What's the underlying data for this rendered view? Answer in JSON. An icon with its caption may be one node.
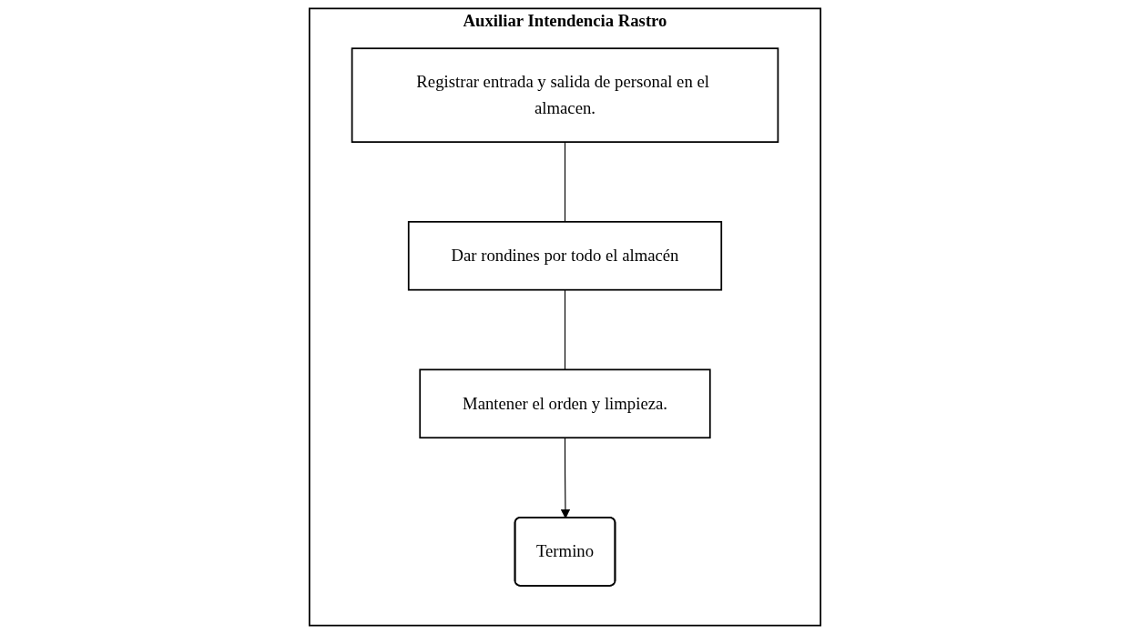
{
  "diagram": {
    "nodes": [
      {
        "text": [
          "Auxiliar Intendencia Rastro"
        ]
      },
      {
        "text": [
          "Registrar entrada y salida de personal en el almacen."
        ],
        "in": 0
      },
      {
        "text": [
          "Dar rondines por todo el almacén"
        ],
        "in": 0
      },
      {
        "text": [
          "Mantener el orden y limpieza."
        ],
        "in": 0
      },
      {
        "text": [
          "Termino"
        ],
        "in": 0
      }
    ],
    "edges": [
      {
        "from": 1,
        "to": 2,
        "arrow": "none"
      },
      {
        "from": 2,
        "to": 3,
        "arrow": "none"
      },
      {
        "from": 3,
        "to": 4,
        "arrow": "to"
      }
    ]
  }
}
